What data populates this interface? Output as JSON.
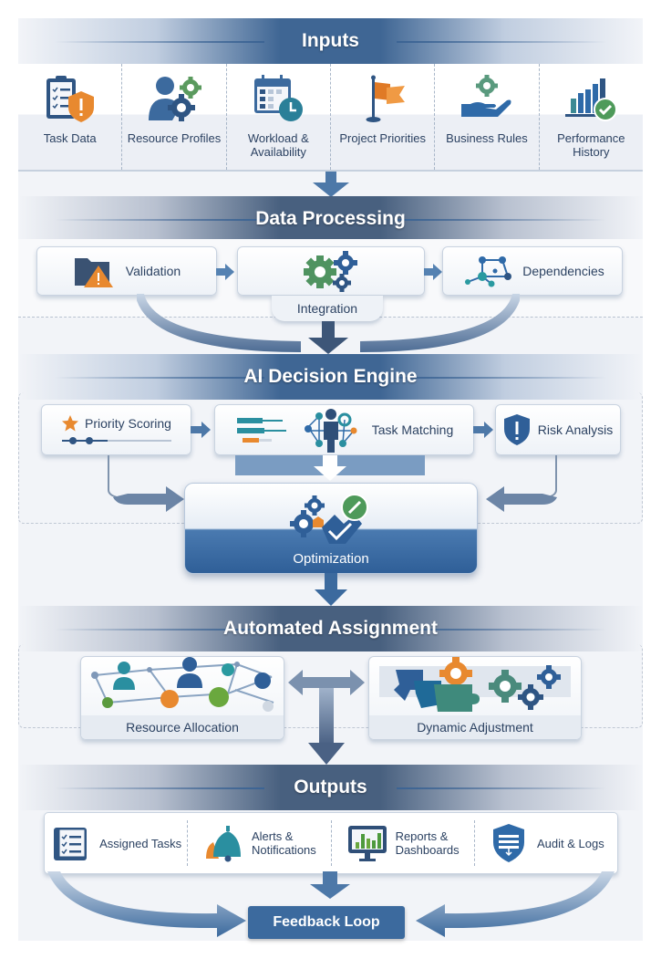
{
  "sections": {
    "inputs": {
      "title": "Inputs"
    },
    "data_processing": {
      "title": "Data Processing"
    },
    "ai_engine": {
      "title": "AI Decision Engine"
    },
    "assignment": {
      "title": "Automated Assignment"
    },
    "outputs": {
      "title": "Outputs"
    }
  },
  "inputs": [
    {
      "label": "Task Data",
      "icon": "clipboard-warning-icon"
    },
    {
      "label": "Resource Profiles",
      "icon": "user-gear-icon"
    },
    {
      "label": "Workload &\nAvailability",
      "icon": "calendar-clock-icon"
    },
    {
      "label": "Project Priorities",
      "icon": "flag-icon"
    },
    {
      "label": "Business Rules",
      "icon": "hand-gear-icon"
    },
    {
      "label": "Performance\nHistory",
      "icon": "bar-chart-check-icon"
    }
  ],
  "processing": {
    "validation": "Validation",
    "integration": "Integration",
    "dependencies": "Dependencies"
  },
  "engine": {
    "priority_scoring": "Priority Scoring",
    "task_matching": "Task Matching",
    "risk_analysis": "Risk Analysis",
    "optimization": "Optimization"
  },
  "assignment": {
    "resource_allocation": "Resource Allocation",
    "dynamic_adjustment": "Dynamic Adjustment"
  },
  "outputs": [
    {
      "label": "Assigned Tasks",
      "icon": "checklist-icon"
    },
    {
      "label": "Alerts &\nNotifications",
      "icon": "bell-icon"
    },
    {
      "label": "Reports &\nDashboards",
      "icon": "monitor-chart-icon"
    },
    {
      "label": "Audit & Logs",
      "icon": "shield-log-icon"
    }
  ],
  "feedback": {
    "label": "Feedback Loop"
  },
  "colors": {
    "primary_blue": "#3c6a9e",
    "dark_blue": "#2f5583",
    "orange": "#e8892f",
    "green": "#5a9a5e",
    "teal": "#2a8fa0",
    "header_text": "#ffffff",
    "body_text": "#2c4262"
  }
}
